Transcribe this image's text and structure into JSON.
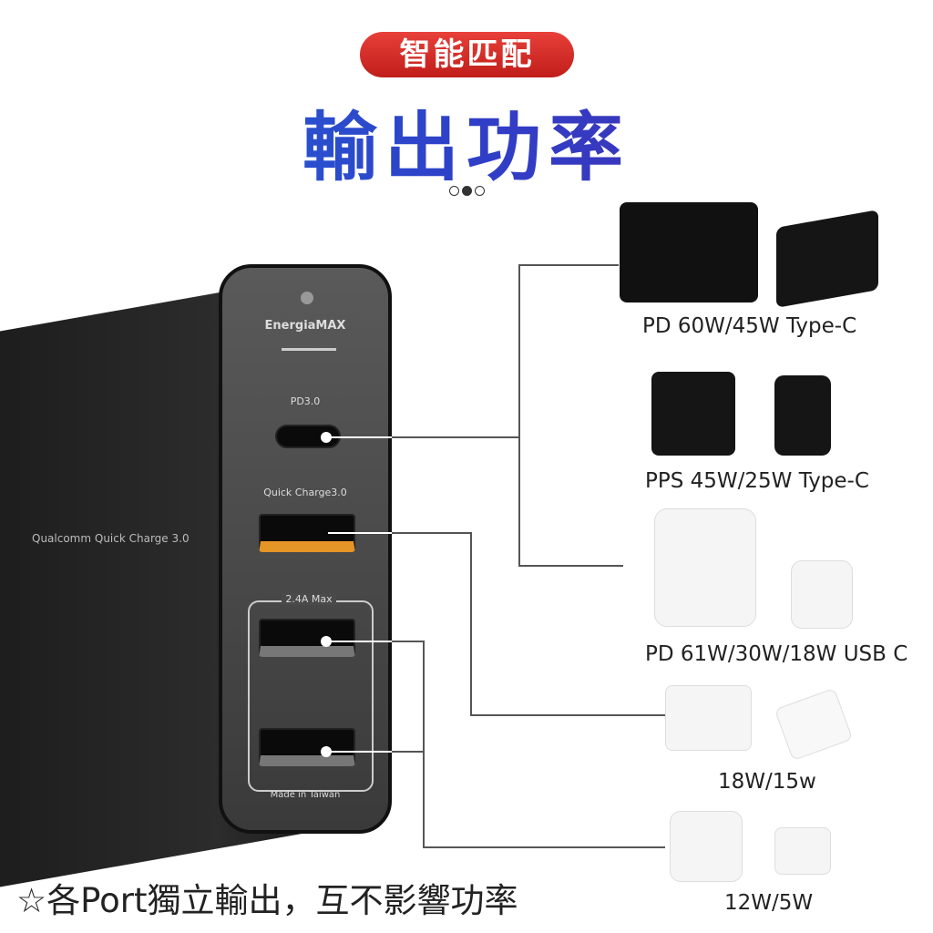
{
  "badge": "智能匹配",
  "title": "輸出功率",
  "carousel": {
    "active_index": 1,
    "count": 3
  },
  "charger": {
    "brand": "EnergiaMAX",
    "pd_label": "PD3.0",
    "qc_label": "Quick Charge3.0",
    "usb_label": "2.4A Max",
    "made_in": "Made in Taiwan",
    "side_logo": "Qualcomm Quick Charge 3.0"
  },
  "groups": [
    {
      "label": "PD 60W/45W Type-C"
    },
    {
      "label": "PPS 45W/25W Type-C"
    },
    {
      "label": "PD 61W/30W/18W USB C"
    },
    {
      "label": "18W/15w"
    },
    {
      "label": "12W/5W"
    }
  ],
  "footer": "☆各Port獨立輸出，互不影響功率"
}
